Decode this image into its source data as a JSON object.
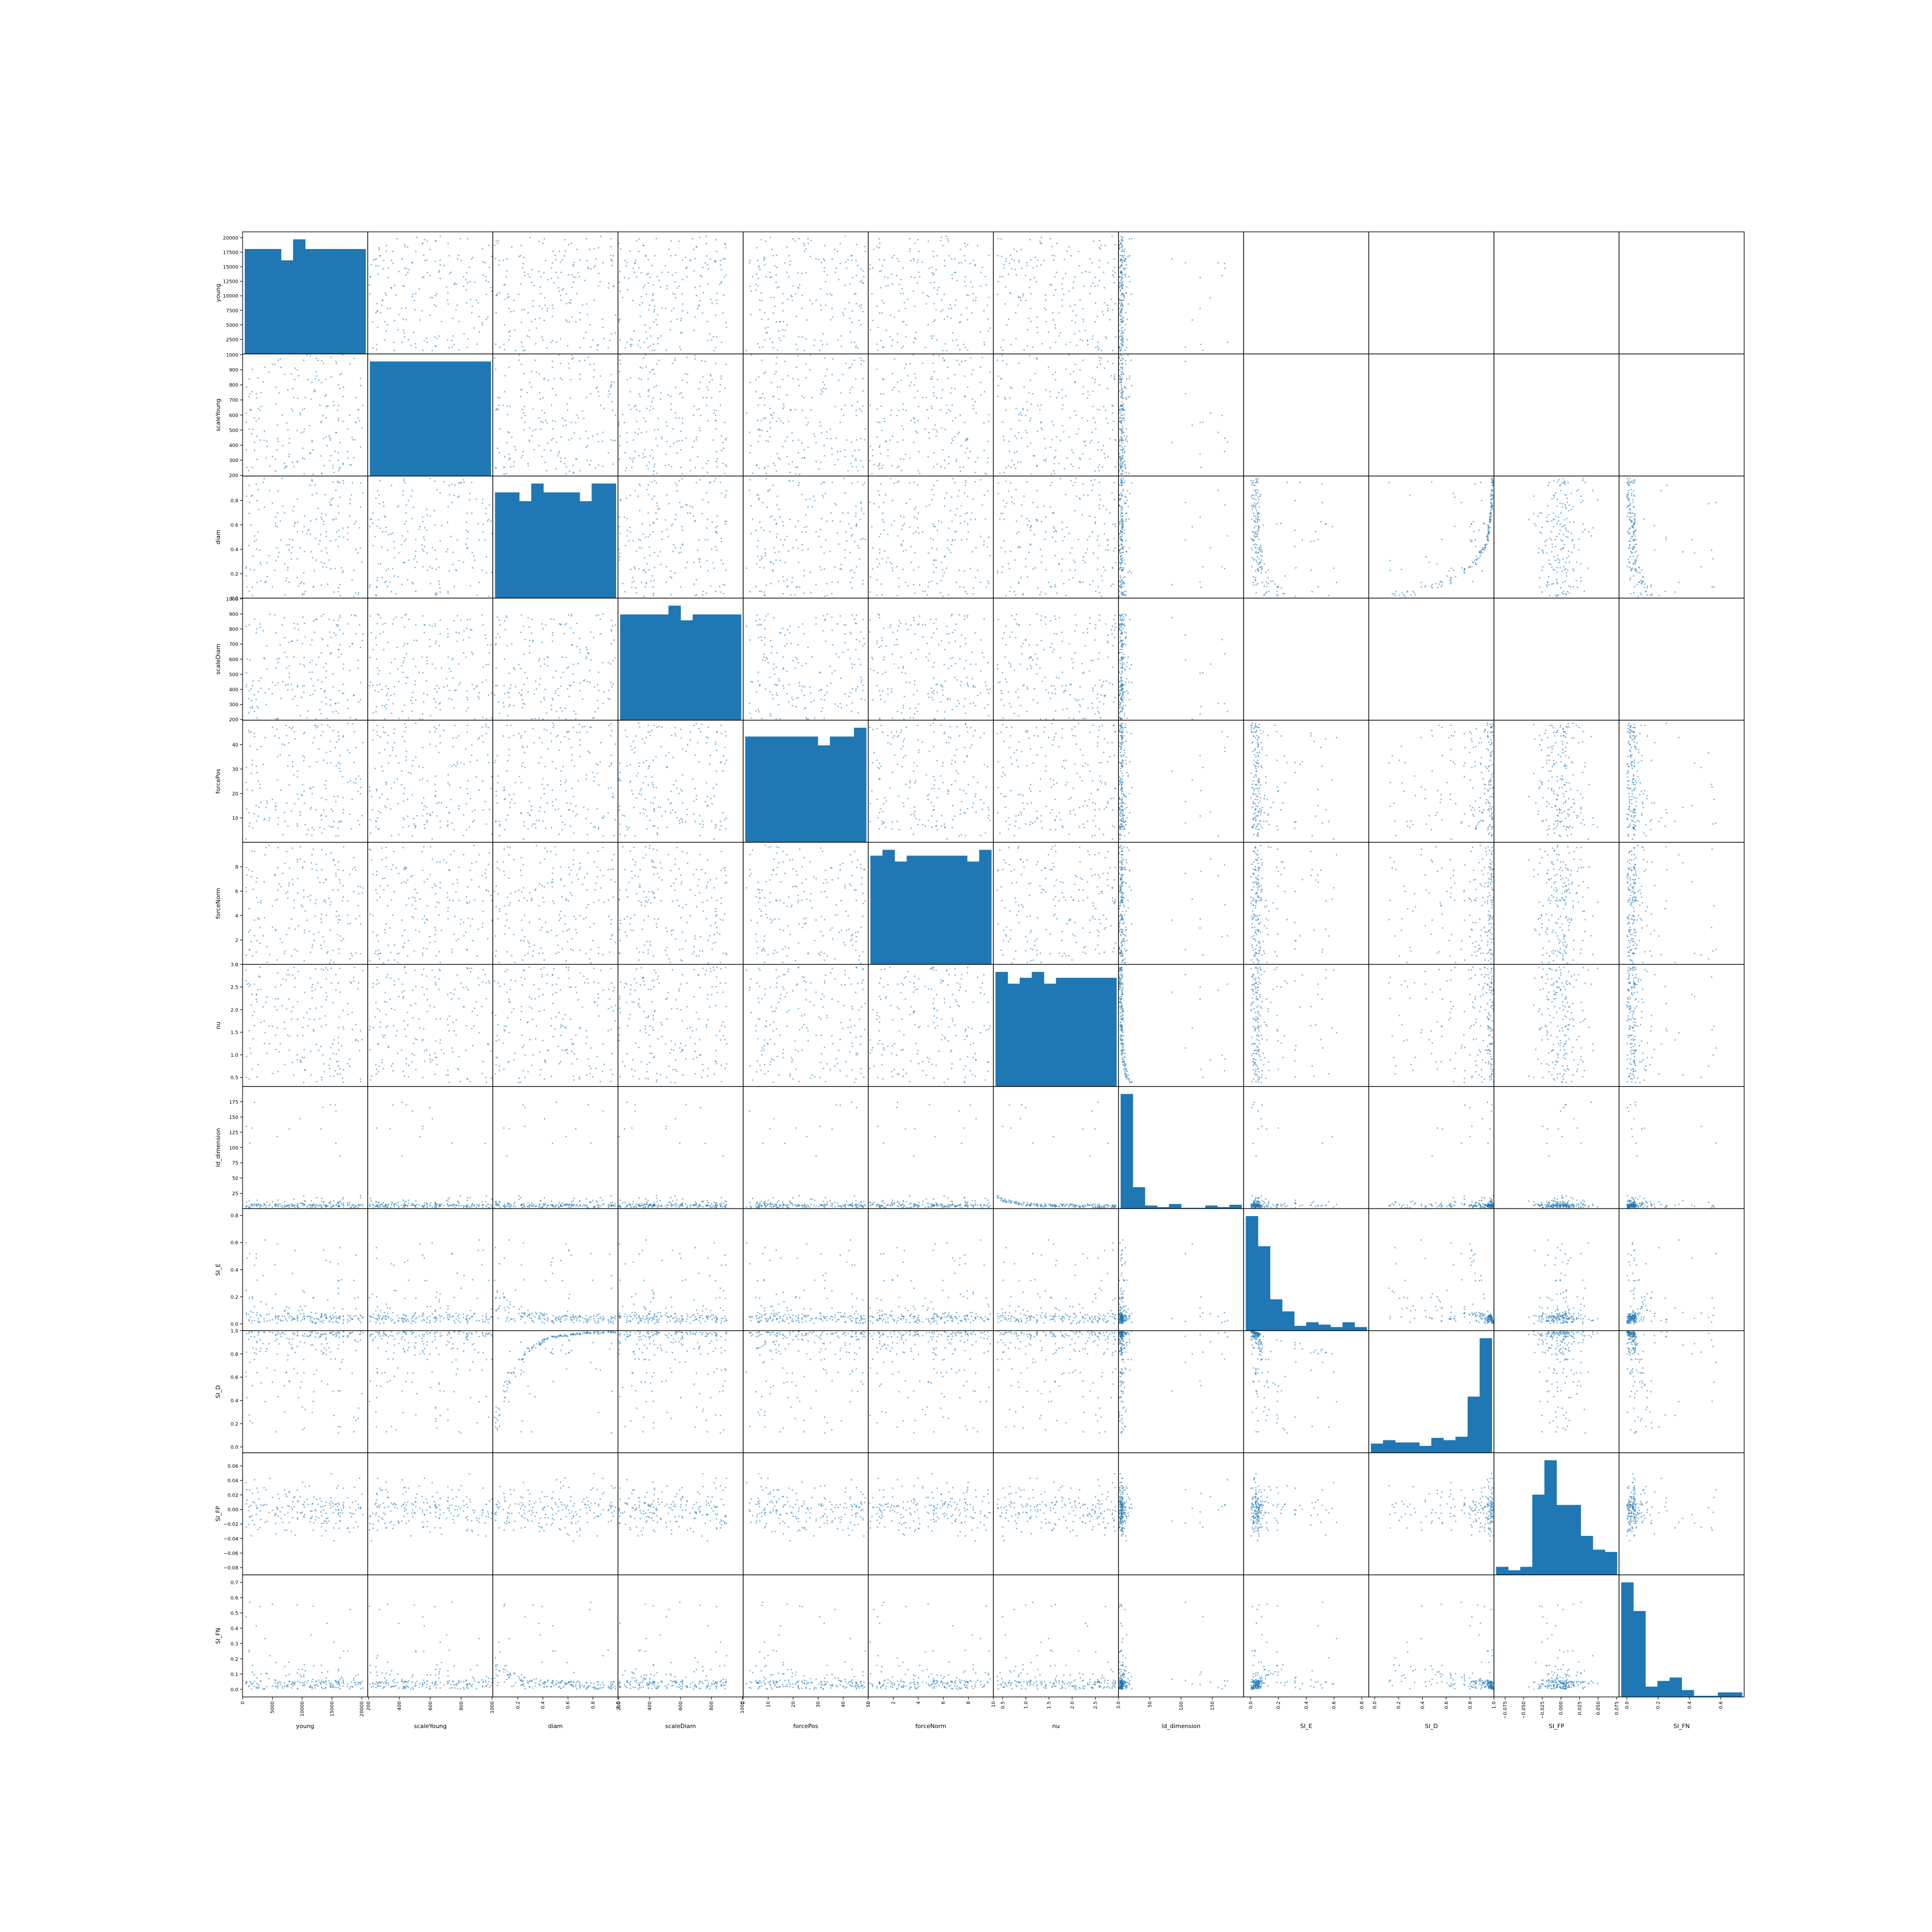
{
  "figure": {
    "point_color": "#1f77b4",
    "bar_color": "#1f77b4",
    "frame_color": "#000000"
  },
  "chart_data": {
    "type": "scatter_matrix",
    "variables": [
      {
        "name": "young",
        "range": [
          0,
          21000
        ],
        "ticks": [
          0,
          2500,
          5000,
          7500,
          10000,
          12500,
          15000,
          17500,
          20000
        ],
        "ytick_labels": [
          "2500",
          "5000",
          "7500",
          "10000",
          "12500",
          "15000",
          "17500",
          "20000"
        ],
        "xtick_labels": [
          "0",
          "5000",
          "10000",
          "15000",
          "20000"
        ],
        "xticks": [
          0,
          5000,
          10000,
          15000,
          20000
        ],
        "yticks": [
          2500,
          5000,
          7500,
          10000,
          12500,
          15000,
          17500,
          20000
        ],
        "dist": "uniform",
        "hist": [
          18.5,
          18.5,
          18.5,
          16.5,
          20.2,
          18.5,
          18.5,
          18.5,
          18.5,
          18.5
        ]
      },
      {
        "name": "scaleYoung",
        "range": [
          195,
          1005
        ],
        "xticks": [
          200,
          400,
          600,
          800,
          1000
        ],
        "xtick_labels": [
          "200",
          "400",
          "600",
          "800",
          "1000"
        ],
        "yticks": [
          200,
          300,
          400,
          500,
          600,
          700,
          800,
          900,
          1000
        ],
        "ytick_labels": [
          "200",
          "300",
          "400",
          "500",
          "600",
          "700",
          "800",
          "900",
          "1000"
        ],
        "dist": "uniform",
        "hist": [
          20,
          20,
          20,
          20,
          20,
          20,
          20,
          20,
          20,
          20
        ]
      },
      {
        "name": "diam",
        "range": [
          0,
          1.0
        ],
        "xticks": [
          0.2,
          0.4,
          0.6,
          0.8,
          1.0
        ],
        "xtick_labels": [
          "0.2",
          "0.4",
          "0.6",
          "0.8",
          "1.0"
        ],
        "yticks": [
          0.0,
          0.2,
          0.4,
          0.6,
          0.8
        ],
        "ytick_labels": [
          "0.0",
          "0.2",
          "0.4",
          "0.6",
          "0.8"
        ],
        "dist": "uniform",
        "hist": [
          18,
          18,
          16.5,
          19.5,
          18,
          18,
          18,
          16.5,
          19.5,
          19.5
        ]
      },
      {
        "name": "scaleDiam",
        "range": [
          195,
          1005
        ],
        "xticks": [
          200,
          400,
          600,
          800,
          1000
        ],
        "xtick_labels": [
          "200",
          "400",
          "600",
          "800",
          "1000"
        ],
        "yticks": [
          200,
          300,
          400,
          500,
          600,
          700,
          800,
          900,
          1000
        ],
        "ytick_labels": [
          "200",
          "300",
          "400",
          "500",
          "600",
          "700",
          "800",
          "900",
          "1000"
        ],
        "dist": "uniform",
        "hist": [
          18,
          18,
          18,
          18,
          19.5,
          17,
          18,
          18,
          18,
          18
        ]
      },
      {
        "name": "forcePos",
        "range": [
          0,
          50
        ],
        "xticks": [
          0,
          10,
          20,
          30,
          40,
          50
        ],
        "xtick_labels": [
          "0",
          "10",
          "20",
          "30",
          "40",
          "50"
        ],
        "yticks": [
          10,
          20,
          30,
          40
        ],
        "ytick_labels": [
          "10",
          "20",
          "30",
          "40"
        ],
        "dist": "uniform",
        "hist": [
          18,
          18,
          18,
          18,
          18,
          18,
          16.5,
          18,
          18,
          19.5
        ]
      },
      {
        "name": "forceNorm",
        "range": [
          0,
          10
        ],
        "xticks": [
          0,
          2,
          4,
          6,
          8,
          10
        ],
        "xtick_labels": [
          "0",
          "2",
          "4",
          "6",
          "8",
          "10"
        ],
        "yticks": [
          0,
          2,
          4,
          6,
          8
        ],
        "ytick_labels": [
          "0",
          "2",
          "4",
          "6",
          "8"
        ],
        "dist": "uniform",
        "hist": [
          18.5,
          19.5,
          17.5,
          18.5,
          18.5,
          18.5,
          18.5,
          18.5,
          17.5,
          19.5
        ]
      },
      {
        "name": "nu",
        "range": [
          0.3,
          3.0
        ],
        "xticks": [
          0.5,
          1.0,
          1.5,
          2.0,
          2.5,
          3.0
        ],
        "xtick_labels": [
          "0.5",
          "1.0",
          "1.5",
          "2.0",
          "2.5",
          "3.0"
        ],
        "yticks": [
          0.5,
          1.0,
          1.5,
          2.0,
          2.5,
          3.0
        ],
        "ytick_labels": [
          "0.5",
          "1.0",
          "1.5",
          "2.0",
          "2.5",
          "3.0"
        ],
        "dist": "uniform",
        "hist": [
          19.5,
          17.5,
          18.5,
          19.5,
          17.5,
          18.5,
          18.5,
          18.5,
          18.5,
          18.5
        ]
      },
      {
        "name": "ld_dimension",
        "range": [
          0,
          200
        ],
        "xticks": [
          50,
          100,
          150
        ],
        "xtick_labels": [
          "50",
          "100",
          "150"
        ],
        "yticks": [
          25,
          50,
          75,
          100,
          125,
          150,
          175
        ],
        "ytick_labels": [
          "25",
          "50",
          "75",
          "100",
          "125",
          "150",
          "175"
        ],
        "dist": "ld",
        "hist": [
          150,
          28,
          4,
          2,
          6,
          1,
          1,
          4,
          2,
          5
        ]
      },
      {
        "name": "SI_E",
        "range": [
          -0.05,
          0.85
        ],
        "xticks": [
          0.0,
          0.2,
          0.4,
          0.6,
          0.8
        ],
        "xtick_labels": [
          "0.0",
          "0.2",
          "0.4",
          "0.6",
          "0.8"
        ],
        "yticks": [
          0.0,
          0.2,
          0.4,
          0.6,
          0.8
        ],
        "ytick_labels": [
          "0.0",
          "0.2",
          "0.4",
          "0.6",
          "0.8"
        ],
        "dist": "si_e",
        "hist": [
          95,
          70,
          26,
          16,
          4,
          7,
          5,
          3,
          7,
          3
        ]
      },
      {
        "name": "SI_D",
        "range": [
          -0.05,
          1.0
        ],
        "xticks": [
          0.0,
          0.2,
          0.4,
          0.6,
          0.8,
          1.0
        ],
        "xtick_labels": [
          "0.0",
          "0.2",
          "0.4",
          "0.6",
          "0.8",
          "1.0"
        ],
        "yticks": [
          0.0,
          0.2,
          0.4,
          0.6,
          0.8,
          1.0
        ],
        "ytick_labels": [
          "0.0",
          "0.2",
          "0.4",
          "0.6",
          "0.8",
          "1.0"
        ],
        "dist": "si_d",
        "hist": [
          8,
          11,
          9,
          9,
          6,
          13,
          11,
          14,
          49,
          100
        ]
      },
      {
        "name": "SI_FP",
        "range": [
          -0.09,
          0.078
        ],
        "xticks": [
          -0.075,
          -0.05,
          -0.025,
          0.0,
          0.025,
          0.05,
          0.075
        ],
        "xtick_labels": [
          "−0.075",
          "−0.050",
          "−0.025",
          "0.000",
          "0.025",
          "0.050",
          "0.075"
        ],
        "yticks": [
          -0.08,
          -0.06,
          -0.04,
          -0.02,
          0.0,
          0.02,
          0.04,
          0.06
        ],
        "ytick_labels": [
          "−0.08",
          "−0.06",
          "−0.04",
          "−0.02",
          "0.00",
          "0.02",
          "0.04",
          "0.06"
        ],
        "dist": "si_fp",
        "hist": [
          7,
          4,
          7,
          70,
          100,
          61,
          61,
          34,
          22,
          20
        ]
      },
      {
        "name": "SI_FN",
        "range": [
          -0.05,
          0.75
        ],
        "xticks": [
          0.0,
          0.2,
          0.4,
          0.6
        ],
        "xtick_labels": [
          "0.0",
          "0.2",
          "0.4",
          "0.6"
        ],
        "yticks": [
          0.0,
          0.1,
          0.2,
          0.3,
          0.4,
          0.5,
          0.6,
          0.7
        ],
        "ytick_labels": [
          "0.0",
          "0.1",
          "0.2",
          "0.3",
          "0.4",
          "0.5",
          "0.6",
          "0.7"
        ],
        "dist": "si_fn",
        "hist": [
          100,
          75,
          9,
          14,
          17,
          6,
          1,
          1,
          4,
          4
        ]
      }
    ]
  }
}
